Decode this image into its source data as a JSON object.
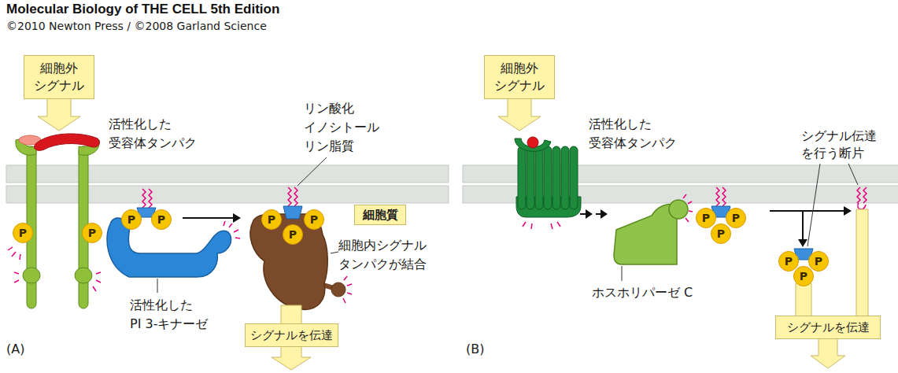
{
  "diagram": {
    "title": "Molecular Biology of THE CELL 5th Edition",
    "nodes": [
      {
        "text": [
          "細胞外 シグナル"
        ]
      },
      {
        "text": [
          "P"
        ]
      },
      {
        "text": [
          "P"
        ]
      },
      {
        "text": [
          "P"
        ]
      },
      {
        "text": [
          "P"
        ]
      },
      {
        "text": [
          "P"
        ]
      },
      {
        "text": [
          "P"
        ]
      },
      {
        "text": [
          "P"
        ]
      },
      {
        "text": [
          "細胞質"
        ]
      },
      {
        "text": [
          "シグナルを伝達"
        ]
      },
      {
        "text": [
          "細胞外 シグナル"
        ]
      },
      {
        "text": [
          "P"
        ]
      },
      {
        "text": [
          "P"
        ]
      },
      {
        "text": [
          "P"
        ]
      },
      {
        "text": [
          "P"
        ]
      },
      {
        "text": [
          "P"
        ]
      },
      {
        "text": [
          "P"
        ]
      },
      {
        "text": [
          "シグナルを伝達"
        ]
      }
    ],
    "labels": [
      "©2010 Newton Press / ©2008 Garland Science",
      "活性化した 受容体タンパク",
      "リン酸化 イノシトール リン脂質",
      "細胞内シグナル タンパクが結合",
      "活性化した PI 3-キナーゼ",
      "(A)",
      "活性化した 受容体タンパク",
      "シグナル伝達 を行う断片",
      "ホスホリパーゼ C",
      "(B)"
    ]
  }
}
